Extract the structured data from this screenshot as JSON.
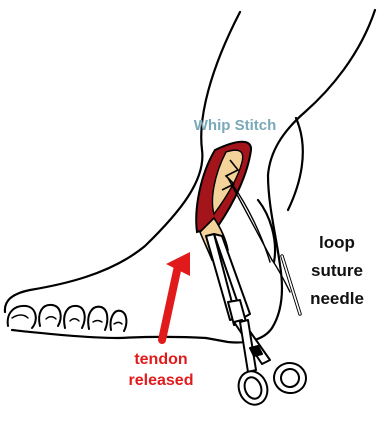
{
  "diagram": {
    "title": "Whip Stitch",
    "right_labels": [
      "loop",
      "suture",
      "needle"
    ],
    "tendon_label_lines": [
      "tendon",
      "released"
    ],
    "colors": {
      "title": "#7aa9b8",
      "arrow": "#e11b1b",
      "tendon": "#f4d39b",
      "incision_red": "#a3141b",
      "skin_line": "#000000"
    }
  }
}
